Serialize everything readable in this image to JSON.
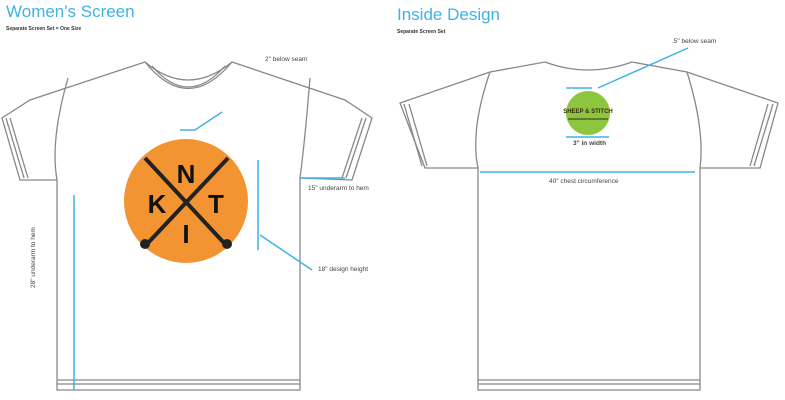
{
  "front": {
    "title": "Women's Screen",
    "subtitle": "Separate Screen Set = One Size",
    "labels": {
      "below_seam": "2\" below seam",
      "underarm_to_hem": "15\" underarm to hem",
      "design_height": "18\" design height",
      "underarm_to_hem_long": "28\" underarm to hem"
    },
    "logo": {
      "letters": [
        "N",
        "K",
        "T",
        "I"
      ],
      "color": "#f39432"
    }
  },
  "back": {
    "title": "Inside Design",
    "subtitle": "Separate Screen Set",
    "labels": {
      "below_seam": ".5\" below seam",
      "width": "3\" in width",
      "chest": "40\" chest circumference"
    },
    "logo": {
      "text_top": "SHEEP & STITCH",
      "color": "#8cc63f"
    }
  },
  "colors": {
    "accent": "#3db3e6",
    "outline": "#777777"
  }
}
